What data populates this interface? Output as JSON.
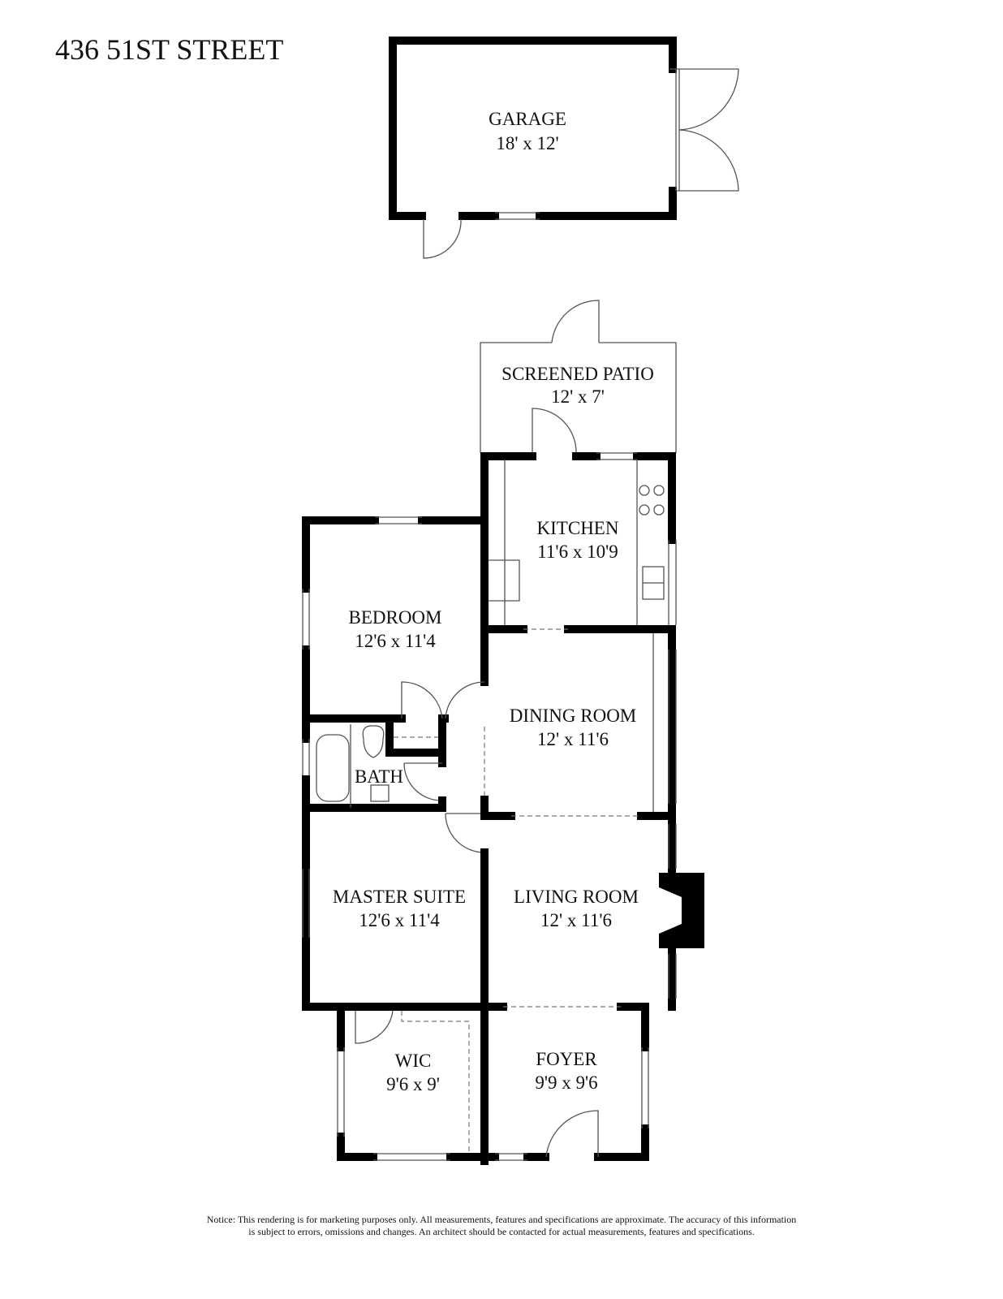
{
  "title": "436 51ST STREET",
  "rooms": {
    "garage": {
      "name": "GARAGE",
      "size": "18' x 12'"
    },
    "screened_patio": {
      "name": "SCREENED PATIO",
      "size": "12' x 7'"
    },
    "kitchen": {
      "name": "KITCHEN",
      "size": "11'6 x 10'9"
    },
    "bedroom": {
      "name": "BEDROOM",
      "size": "12'6 x 11'4"
    },
    "dining_room": {
      "name": "DINING ROOM",
      "size": "12' x 11'6"
    },
    "bath": {
      "name": "BATH"
    },
    "master_suite": {
      "name": "MASTER SUITE",
      "size": "12'6 x 11'4"
    },
    "living_room": {
      "name": "LIVING ROOM",
      "size": "12' x 11'6"
    },
    "wic": {
      "name": "WIC",
      "size": "9'6 x 9'"
    },
    "foyer": {
      "name": "FOYER",
      "size": "9'9 x 9'6"
    }
  },
  "notice": {
    "line1": "Notice: This rendering is for marketing purposes only. All measurements, features and specifications are approximate. The accuracy of this information",
    "line2": "is subject to errors, omissions and changes. An architect should be contacted for actual measurements, features and specifications."
  }
}
